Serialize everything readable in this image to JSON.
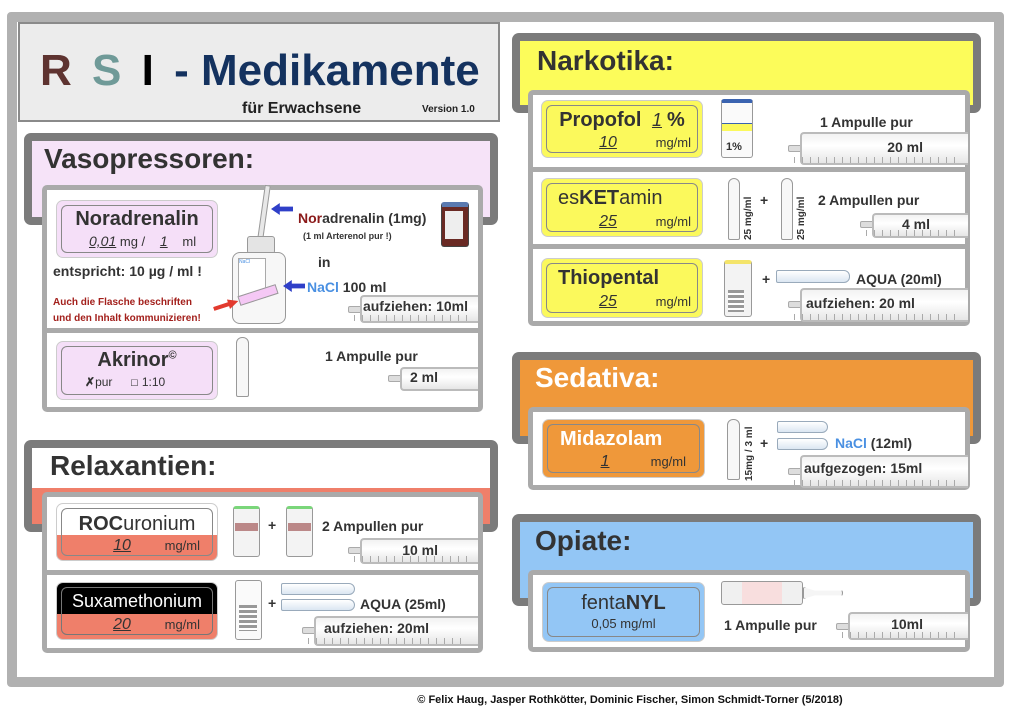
{
  "title": {
    "r": "R",
    "s": "S",
    "i": "I",
    "dash": "-",
    "main": "Medikamente",
    "subtitle": "für Erwachsene",
    "version": "Version 1.0"
  },
  "colors": {
    "r": "#5e3330",
    "s": "#6f9a98",
    "main": "#14325f",
    "vaso": "#f6e3f8",
    "relax": "#ef7f6a",
    "narko": "#fcfc5a",
    "seda": "#ef983a",
    "opiate": "#93c6f5",
    "nacl": "#4a90e2",
    "warn": "#a3201c"
  },
  "vasopressoren": {
    "heading": "Vasopressoren:",
    "noradrenalin": {
      "name": "Noradrenalin",
      "dose": "0,01",
      "unit1": "mg /",
      "vol": "1",
      "unit2": "ml",
      "equiv": "entspricht: 10 µg / ml !",
      "warn1": "Auch die Flasche beschriften",
      "warn2": "und den Inhalt kommunizieren!",
      "drug_prefix": "Nor",
      "drug_rest": "adrenalin (1mg)",
      "drug_note": "(1 ml  Arterenol pur !)",
      "in": "in",
      "nacl": "NaCl",
      "nacl_vol": " 100 ml",
      "syringe": "aufziehen: 10ml"
    },
    "akrinor": {
      "name": "Akrinor",
      "reg": "©",
      "opt1": "pur",
      "opt2": "1:10",
      "amount": "1 Ampulle pur",
      "syringe": "2 ml"
    }
  },
  "relaxantien": {
    "heading": "Relaxantien:",
    "rocuronium": {
      "name_bold": "ROC",
      "name_rest": "uronium",
      "conc": "10",
      "unit": "mg/ml",
      "plus": "+",
      "amount": "2 Ampullen pur",
      "syringe": "10 ml"
    },
    "suxamethonium": {
      "name": "Suxamethonium",
      "conc": "20",
      "unit": "mg/ml",
      "plus": "+",
      "aqua": "AQUA (25ml)",
      "syringe": "aufziehen: 20ml"
    }
  },
  "narkotika": {
    "heading": "Narkotika:",
    "propofol": {
      "name": "Propofol",
      "pct": "1",
      "pct_sign": "%",
      "conc": "10",
      "unit": "mg/ml",
      "vial_label": "1%",
      "amount": "1 Ampulle pur",
      "syringe": "20 ml"
    },
    "esketamin": {
      "pre": "es",
      "bold": "KET",
      "post": "amin",
      "conc": "25",
      "unit": "mg/ml",
      "amp_label": "25 mg/ml",
      "plus": "+",
      "amount": "2 Ampullen pur",
      "syringe": "4 ml"
    },
    "thiopental": {
      "name": "Thiopental",
      "conc": "25",
      "unit": "mg/ml",
      "plus": "+",
      "aqua": "AQUA (20ml)",
      "syringe": "aufziehen: 20 ml"
    }
  },
  "sedativa": {
    "heading": "Sedativa:",
    "midazolam": {
      "name": "Midazolam",
      "conc": "1",
      "unit": "mg/ml",
      "amp_label": "15mg / 3 ml",
      "plus": "+",
      "nacl": "NaCl",
      "nacl_vol": " (12ml)",
      "syringe": "aufgezogen: 15ml"
    }
  },
  "opiate": {
    "heading": "Opiate:",
    "fentanyl": {
      "pre": "fenta",
      "bold": "NYL",
      "conc": "0,05 mg/ml",
      "amount": "1 Ampulle pur",
      "syringe": "10ml"
    }
  },
  "footer": "© Felix Haug, Jasper Rothkötter, Dominic Fischer, Simon Schmidt-Torner (5/2018)"
}
